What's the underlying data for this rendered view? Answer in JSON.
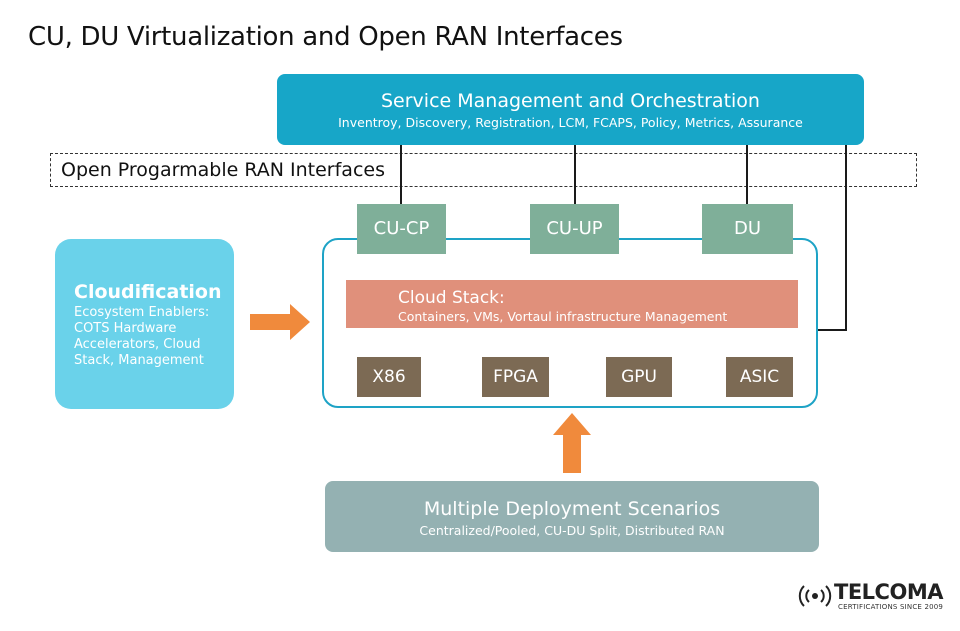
{
  "title": "CU, DU Virtualization and Open RAN Interfaces",
  "smo": {
    "title": "Service Management and Orchestration",
    "subtitle": "Inventroy, Discovery, Registration, LCM, FCAPS, Policy, Metrics, Assurance"
  },
  "open_interfaces": {
    "label": "Open Progarmable RAN Interfaces"
  },
  "components": {
    "cu_cp": "CU-CP",
    "cu_up": "CU-UP",
    "du": "DU"
  },
  "cloud_stack": {
    "title": "Cloud Stack:",
    "subtitle": "Containers, VMs, Vortaul infrastructure Management"
  },
  "hardware": {
    "x86": "X86",
    "fpga": "FPGA",
    "gpu": "GPU",
    "asic": "ASIC"
  },
  "cloudification": {
    "title": "Cloudification",
    "description": "Ecosystem Enablers: COTS Hardware Accelerators, Cloud Stack, Management"
  },
  "deployment": {
    "title": "Multiple Deployment Scenarios",
    "subtitle": "Centralized/Pooled, CU-DU Split, Distributed RAN"
  },
  "logo": {
    "name": "TELCOMA",
    "tagline": "CERTIFICATIONS SINCE 2009"
  },
  "colors": {
    "smo": "#17a6c8",
    "component": "#7faf99",
    "cloud_stack": "#e0907b",
    "hardware": "#7c6a54",
    "cloudification": "#6ad2ea",
    "deployment": "#94b1b2",
    "arrow": "#f08a3c",
    "frame": "#1ea3c6"
  }
}
